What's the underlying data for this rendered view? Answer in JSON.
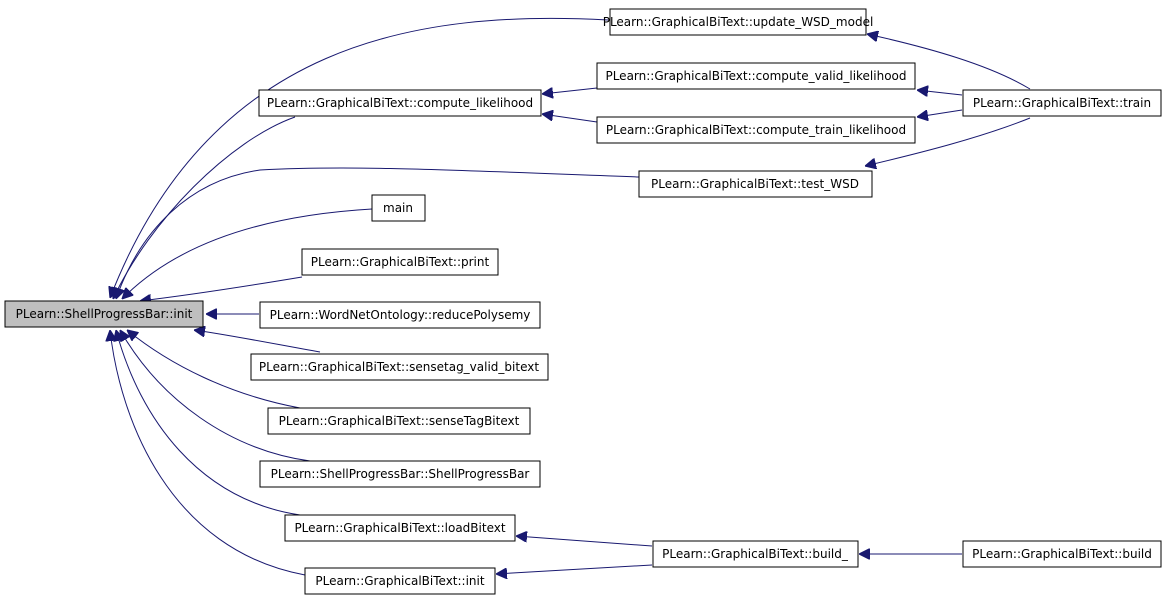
{
  "colors": {
    "edge": "#191970",
    "root_fill": "#bfbfbf",
    "node_fill": "#ffffff",
    "node_stroke": "#000000"
  },
  "nodes": {
    "shell_init": "PLearn::ShellProgressBar::init",
    "update_wsd_model": "PLearn::GraphicalBiText::update_WSD_model",
    "compute_likelihood": "PLearn::GraphicalBiText::compute_likelihood",
    "compute_valid_likelihood": "PLearn::GraphicalBiText::compute_valid_likelihood",
    "compute_train_likelihood": "PLearn::GraphicalBiText::compute_train_likelihood",
    "train": "PLearn::GraphicalBiText::train",
    "test_wsd": "PLearn::GraphicalBiText::test_WSD",
    "main": "main",
    "print": "PLearn::GraphicalBiText::print",
    "reduce_polysemy": "PLearn::WordNetOntology::reducePolysemy",
    "sensetag_valid_bitext": "PLearn::GraphicalBiText::sensetag_valid_bitext",
    "sense_tag_bitext": "PLearn::GraphicalBiText::senseTagBitext",
    "shell_ctor": "PLearn::ShellProgressBar::ShellProgressBar",
    "load_bitext": "PLearn::GraphicalBiText::loadBitext",
    "build_": "PLearn::GraphicalBiText::build_",
    "gbt_init": "PLearn::GraphicalBiText::init",
    "build": "PLearn::GraphicalBiText::build"
  },
  "edges": [
    {
      "from": "update_wsd_model",
      "to": "shell_init"
    },
    {
      "from": "compute_likelihood",
      "to": "shell_init"
    },
    {
      "from": "test_wsd",
      "to": "shell_init"
    },
    {
      "from": "main",
      "to": "shell_init"
    },
    {
      "from": "print",
      "to": "shell_init"
    },
    {
      "from": "reduce_polysemy",
      "to": "shell_init"
    },
    {
      "from": "sensetag_valid_bitext",
      "to": "shell_init"
    },
    {
      "from": "sense_tag_bitext",
      "to": "shell_init"
    },
    {
      "from": "shell_ctor",
      "to": "shell_init"
    },
    {
      "from": "load_bitext",
      "to": "shell_init"
    },
    {
      "from": "gbt_init",
      "to": "shell_init"
    },
    {
      "from": "compute_valid_likelihood",
      "to": "compute_likelihood"
    },
    {
      "from": "compute_train_likelihood",
      "to": "compute_likelihood"
    },
    {
      "from": "train",
      "to": "update_wsd_model"
    },
    {
      "from": "train",
      "to": "compute_valid_likelihood"
    },
    {
      "from": "train",
      "to": "compute_train_likelihood"
    },
    {
      "from": "train",
      "to": "test_wsd"
    },
    {
      "from": "build_",
      "to": "load_bitext"
    },
    {
      "from": "build_",
      "to": "gbt_init"
    },
    {
      "from": "build",
      "to": "build_"
    }
  ]
}
